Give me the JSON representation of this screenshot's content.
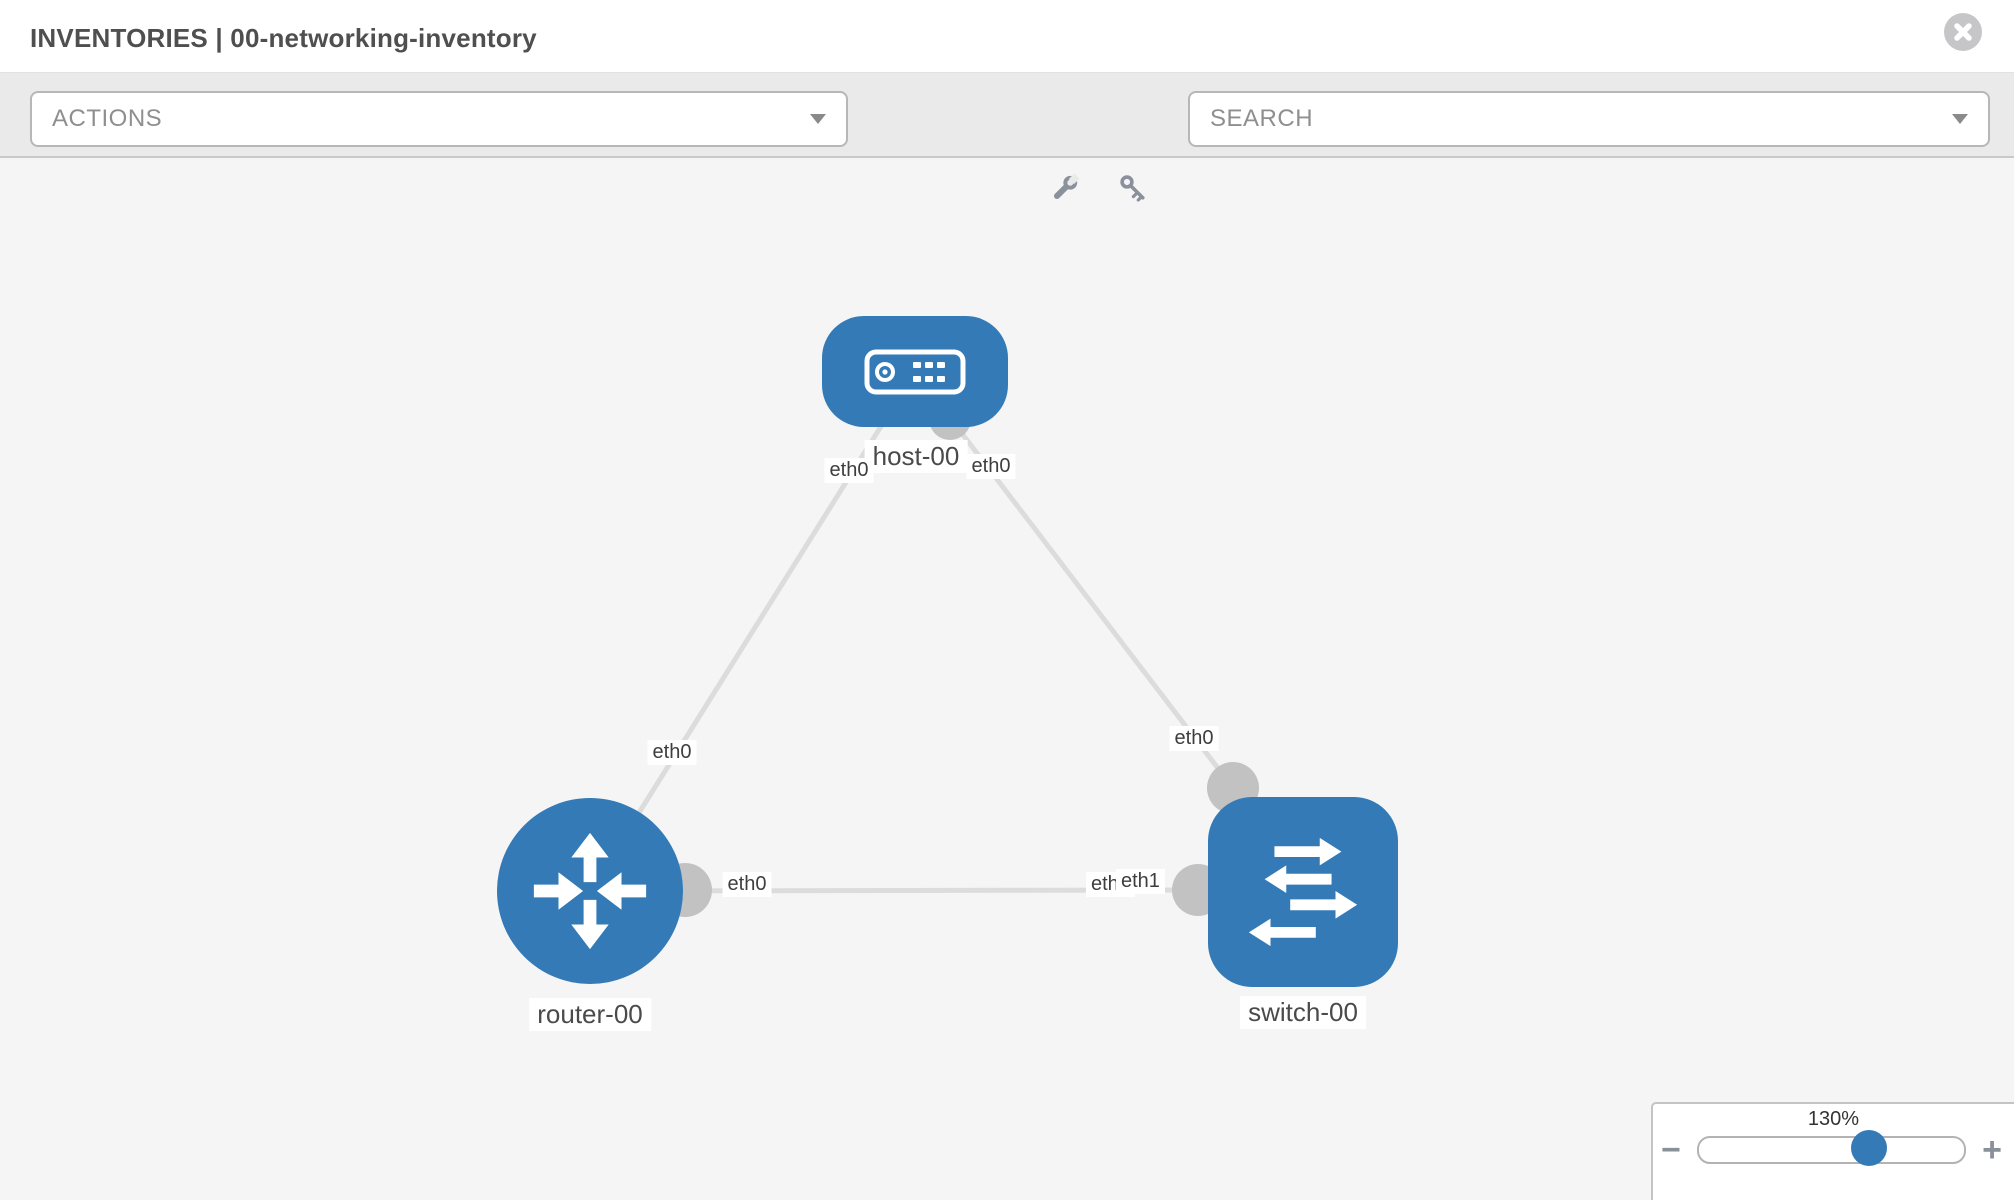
{
  "header": {
    "title": "INVENTORIES | 00-networking-inventory"
  },
  "toolbar": {
    "actions_label": "ACTIONS",
    "search_label": "SEARCH"
  },
  "topology": {
    "nodes": [
      {
        "id": "host-00",
        "type": "host"
      },
      {
        "id": "router-00",
        "type": "router"
      },
      {
        "id": "switch-00",
        "type": "switch"
      }
    ],
    "links": [
      {
        "source": "host-00",
        "source_interface": "eth0",
        "target": "router-00",
        "target_interface": "eth0"
      },
      {
        "source": "host-00",
        "source_interface": "eth0",
        "target": "switch-00",
        "target_interface": "eth0"
      },
      {
        "source": "router-00",
        "source_interface": "eth0",
        "target": "switch-00",
        "target_interface": "eth1"
      }
    ],
    "labels": {
      "host": "host-00",
      "router": "router-00",
      "switch": "switch-00",
      "host_if_left": "eth0",
      "host_if_right": "eth0",
      "router_if_top": "eth0",
      "router_if_right": "eth0",
      "switch_if_top": "eth0",
      "switch_if_left_back": "eth0",
      "switch_if_left_front": "eth1"
    }
  },
  "zoom_control": {
    "level": "130%",
    "minus_label": "−",
    "plus_label": "+"
  },
  "colors": {
    "node_blue": "#337ab7",
    "link_gray": "#dcdcdc",
    "interface_gray": "#c2c2c2",
    "canvas_bg": "#f5f5f5",
    "toolbar_bg": "#eaeaea"
  }
}
